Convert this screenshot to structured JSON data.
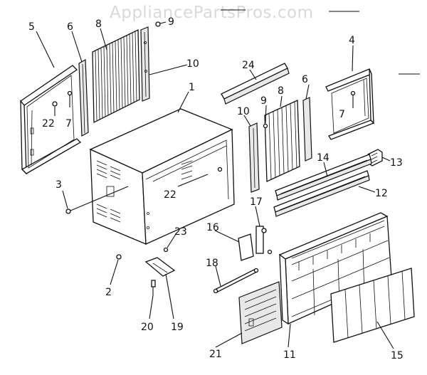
{
  "watermark": "AppliancePartsPros.com",
  "colors": {
    "ink": "#111111",
    "paper": "#ffffff",
    "watermark": "#d9d9d9"
  },
  "callouts": [
    "1",
    "2",
    "3",
    "4",
    "5",
    "6",
    "6",
    "7",
    "7",
    "8",
    "8",
    "9",
    "9",
    "10",
    "10",
    "11",
    "12",
    "13",
    "14",
    "15",
    "16",
    "17",
    "18",
    "19",
    "20",
    "21",
    "22",
    "22",
    "23",
    "24"
  ]
}
